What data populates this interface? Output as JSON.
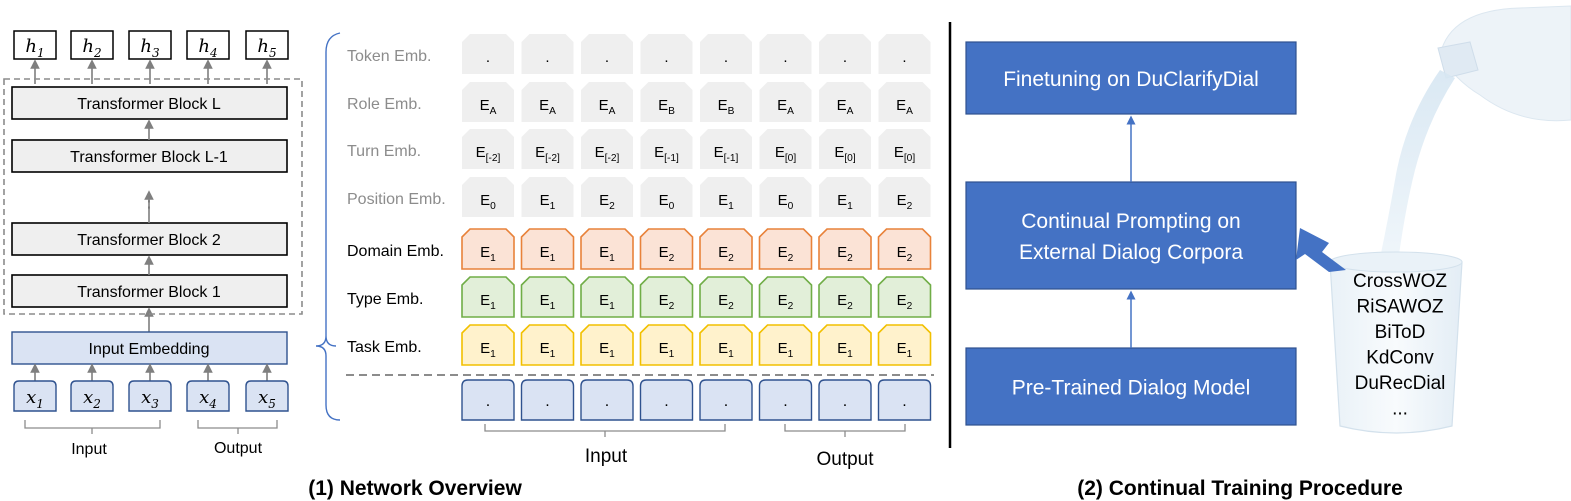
{
  "captions": {
    "left": "(1) Network Overview",
    "right": "(2) Continual Training Procedure"
  },
  "network": {
    "outputs": [
      {
        "base": "h",
        "sub": "1"
      },
      {
        "base": "h",
        "sub": "2"
      },
      {
        "base": "h",
        "sub": "3"
      },
      {
        "base": "h",
        "sub": "4"
      },
      {
        "base": "h",
        "sub": "5"
      }
    ],
    "blocks_top": [
      "Transformer Block L",
      "Transformer Block L-1"
    ],
    "ellipsis": "⋮",
    "blocks_bottom": [
      "Transformer Block 2",
      "Transformer Block 1"
    ],
    "input_embedding": "Input Embedding",
    "inputs": [
      {
        "base": "x",
        "sub": "1"
      },
      {
        "base": "x",
        "sub": "2"
      },
      {
        "base": "x",
        "sub": "3"
      },
      {
        "base": "x",
        "sub": "4"
      },
      {
        "base": "x",
        "sub": "5"
      }
    ],
    "input_label": "Input",
    "output_label": "Output"
  },
  "embeddings": {
    "rows": [
      {
        "label": "Token Emb.",
        "style": "gray",
        "cells": [
          {
            "b": "."
          },
          {
            "b": "."
          },
          {
            "b": "."
          },
          {
            "b": "."
          },
          {
            "b": "."
          },
          {
            "b": "."
          },
          {
            "b": "."
          },
          {
            "b": "."
          }
        ]
      },
      {
        "label": "Role Emb.",
        "style": "gray",
        "cells": [
          {
            "b": "E",
            "s": "A"
          },
          {
            "b": "E",
            "s": "A"
          },
          {
            "b": "E",
            "s": "A"
          },
          {
            "b": "E",
            "s": "B"
          },
          {
            "b": "E",
            "s": "B"
          },
          {
            "b": "E",
            "s": "A"
          },
          {
            "b": "E",
            "s": "A"
          },
          {
            "b": "E",
            "s": "A"
          }
        ]
      },
      {
        "label": "Turn Emb.",
        "style": "gray",
        "cells": [
          {
            "b": "E",
            "s": "[-2]"
          },
          {
            "b": "E",
            "s": "[-2]"
          },
          {
            "b": "E",
            "s": "[-2]"
          },
          {
            "b": "E",
            "s": "[-1]"
          },
          {
            "b": "E",
            "s": "[-1]"
          },
          {
            "b": "E",
            "s": "[0]"
          },
          {
            "b": "E",
            "s": "[0]"
          },
          {
            "b": "E",
            "s": "[0]"
          }
        ]
      },
      {
        "label": "Position Emb.",
        "style": "gray",
        "cells": [
          {
            "b": "E",
            "s": "0"
          },
          {
            "b": "E",
            "s": "1"
          },
          {
            "b": "E",
            "s": "2"
          },
          {
            "b": "E",
            "s": "0"
          },
          {
            "b": "E",
            "s": "1"
          },
          {
            "b": "E",
            "s": "0"
          },
          {
            "b": "E",
            "s": "1"
          },
          {
            "b": "E",
            "s": "2"
          }
        ]
      },
      {
        "label": "Domain Emb.",
        "style": "orange",
        "cells": [
          {
            "b": "E",
            "s": "1"
          },
          {
            "b": "E",
            "s": "1"
          },
          {
            "b": "E",
            "s": "1"
          },
          {
            "b": "E",
            "s": "2"
          },
          {
            "b": "E",
            "s": "2"
          },
          {
            "b": "E",
            "s": "2"
          },
          {
            "b": "E",
            "s": "2"
          },
          {
            "b": "E",
            "s": "2"
          }
        ]
      },
      {
        "label": "Type Emb.",
        "style": "green",
        "cells": [
          {
            "b": "E",
            "s": "1"
          },
          {
            "b": "E",
            "s": "1"
          },
          {
            "b": "E",
            "s": "1"
          },
          {
            "b": "E",
            "s": "2"
          },
          {
            "b": "E",
            "s": "2"
          },
          {
            "b": "E",
            "s": "2"
          },
          {
            "b": "E",
            "s": "2"
          },
          {
            "b": "E",
            "s": "2"
          }
        ]
      },
      {
        "label": "Task Emb.",
        "style": "yellow",
        "cells": [
          {
            "b": "E",
            "s": "1"
          },
          {
            "b": "E",
            "s": "1"
          },
          {
            "b": "E",
            "s": "1"
          },
          {
            "b": "E",
            "s": "1"
          },
          {
            "b": "E",
            "s": "1"
          },
          {
            "b": "E",
            "s": "1"
          },
          {
            "b": "E",
            "s": "1"
          },
          {
            "b": "E",
            "s": "1"
          }
        ]
      }
    ],
    "tokens": [
      ".",
      ".",
      ".",
      ".",
      ".",
      ".",
      ".",
      "."
    ],
    "input_label": "Input",
    "output_label": "Output"
  },
  "procedure": {
    "steps": [
      "Finetuning on DuClarifyDial",
      "Continual Prompting on\nExternal Dialog Corpora",
      "Pre-Trained Dialog Model"
    ],
    "corpora": [
      "CrossWOZ",
      "RiSAWOZ",
      "BiToD",
      "KdConv",
      "DuRecDial",
      "..."
    ]
  },
  "colors": {
    "gray_fill": "#EFEFEF",
    "orange_fill": "#FBE3D6",
    "orange_stroke": "#E8823A",
    "green_fill": "#E2EFD9",
    "green_stroke": "#70AD47",
    "yellow_fill": "#FFF2CC",
    "yellow_stroke": "#F2C000",
    "blue_fill": "#DAE3F3",
    "blue_stroke": "#2F528F",
    "step_fill": "#4472C4",
    "step_stroke": "#2F528F",
    "arrow_blue": "#4472C4"
  }
}
